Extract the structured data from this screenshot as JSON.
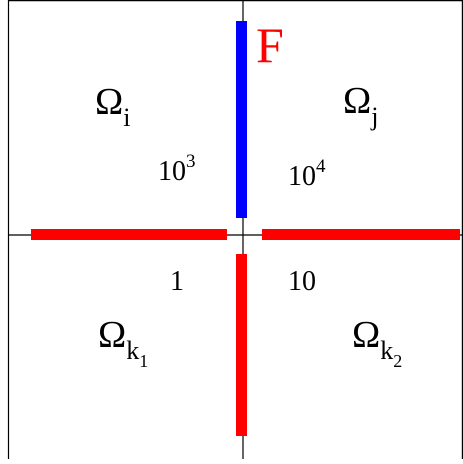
{
  "colors": {
    "frame": "#000000",
    "highlighted_face": "#0000ff",
    "faces": "#ff0000",
    "face_label": "#ff0000"
  },
  "face_label": "F",
  "subdomains": {
    "top_left": {
      "symbol": "Ω",
      "sub": "i",
      "coefficient_base": "10",
      "coefficient_exp": "3"
    },
    "top_right": {
      "symbol": "Ω",
      "sub": "j",
      "coefficient_base": "10",
      "coefficient_exp": "4"
    },
    "bottom_left": {
      "symbol": "Ω",
      "sub": "k",
      "subsub": "1",
      "coefficient_base": "1",
      "coefficient_exp": ""
    },
    "bottom_right": {
      "symbol": "Ω",
      "sub": "k",
      "subsub": "2",
      "coefficient_base": "10",
      "coefficient_exp": ""
    }
  }
}
